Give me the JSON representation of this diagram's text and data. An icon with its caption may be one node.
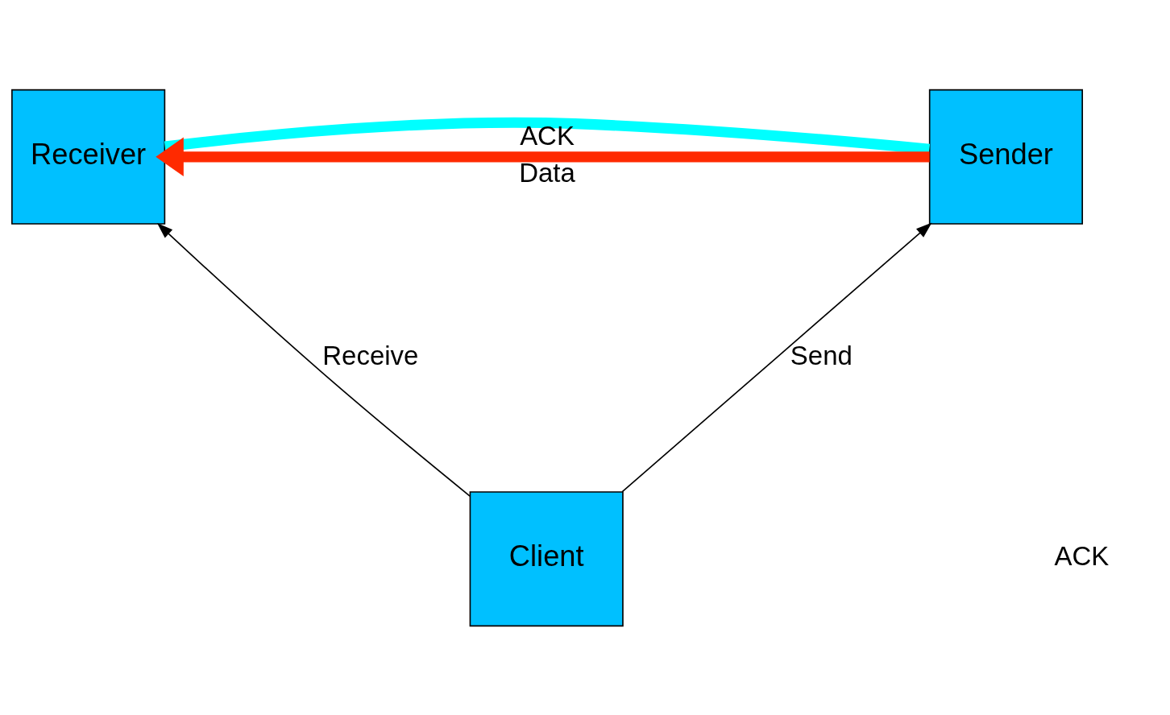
{
  "diagram": {
    "nodes": [
      {
        "text": [
          "Receiver"
        ]
      },
      {
        "text": [
          "Sender"
        ]
      },
      {
        "text": [
          "Client"
        ]
      }
    ],
    "edges": [
      {
        "from": 0,
        "to": 1,
        "arrow": "none",
        "label": "ACK",
        "style": "thick",
        "color": "#00ffff"
      },
      {
        "from": 1,
        "to": 0,
        "arrow": "to",
        "label": "Data",
        "style": "thick",
        "color": "#ff2a00"
      },
      {
        "from": 2,
        "to": 0,
        "arrow": "to",
        "label": "Receive"
      },
      {
        "from": 2,
        "to": 1,
        "arrow": "to",
        "label": "Send"
      }
    ],
    "labels": [
      "ACK"
    ]
  }
}
